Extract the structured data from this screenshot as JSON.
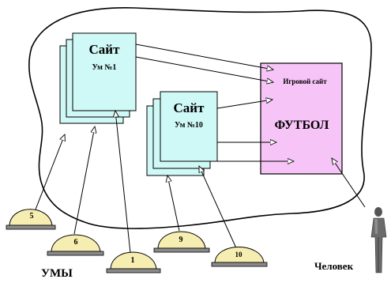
{
  "site1": {
    "title": "Сайт",
    "subtitle": "Ум №1"
  },
  "site10": {
    "title": "Сайт",
    "subtitle": "Ум №10"
  },
  "game_site": {
    "title": "Игровой сайт",
    "label": "ФУТБОЛ",
    "fill": "#f7c4f7"
  },
  "site_fill": "#cff9f6",
  "minds": {
    "caption": "УМЫ",
    "mound_fill": "#f6eeb0",
    "base_fill": "#8a8a8a"
  },
  "mounds": [
    {
      "id": "mound-5",
      "label": "5"
    },
    {
      "id": "mound-6",
      "label": "6"
    },
    {
      "id": "mound-1",
      "label": "1"
    },
    {
      "id": "mound-9",
      "label": "9"
    },
    {
      "id": "mound-10",
      "label": "10"
    }
  ],
  "person": {
    "caption": "Человек"
  }
}
